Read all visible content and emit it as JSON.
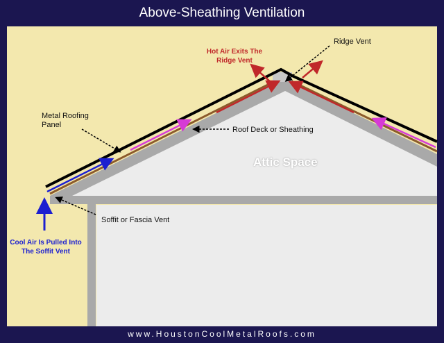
{
  "title": "Above-Sheathing Ventilation",
  "footer": "www.HoustonCoolMetalRoofs.com",
  "labels": {
    "ridge_vent": "Ridge Vent",
    "hot_air": "Hot Air Exits The Ridge Vent",
    "metal_panel": "Metal Roofing Panel",
    "roof_deck": "Roof Deck or Sheathing",
    "attic": "Attic Space",
    "soffit": "Soffit or Fascia Vent",
    "cool_air": "Cool Air Is Pulled Into The Soffit Vent"
  },
  "colors": {
    "background": "#1b1650",
    "panel": "#f3e8ae",
    "hot": "#c0282a",
    "cool": "#1c1fd0",
    "mid": "#d63ad6",
    "sheathing": "#8b5a2b"
  }
}
